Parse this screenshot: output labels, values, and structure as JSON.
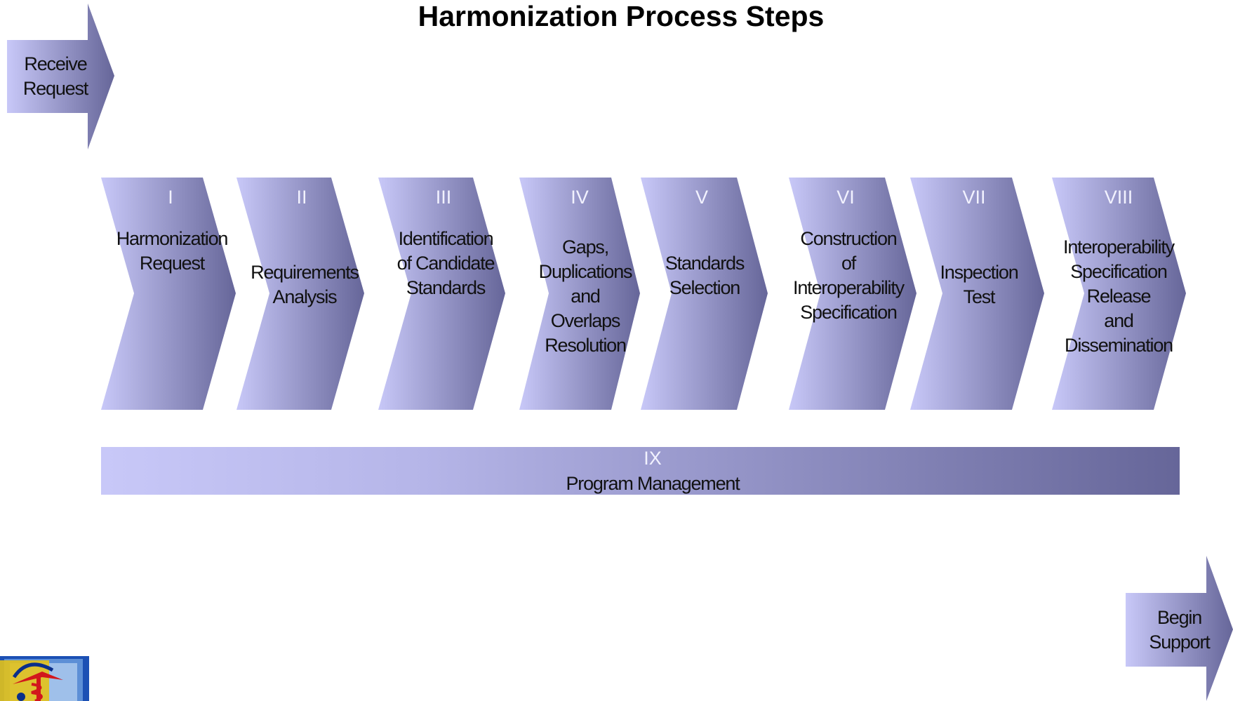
{
  "title": "Harmonization Process Steps",
  "start_arrow": {
    "label": "Receive\nRequest"
  },
  "end_arrow": {
    "label": "Begin\nSupport"
  },
  "steps": [
    {
      "numeral": "I",
      "label": "Harmonization\nRequest"
    },
    {
      "numeral": "II",
      "label": "Requirements\nAnalysis"
    },
    {
      "numeral": "III",
      "label": "Identification\nof Candidate\nStandards"
    },
    {
      "numeral": "IV",
      "label": "Gaps,\nDuplications\nand\nOverlaps\nResolution"
    },
    {
      "numeral": "V",
      "label": "Standards\nSelection"
    },
    {
      "numeral": "VI",
      "label": "Construction\nof\nInteroperability\nSpecification"
    },
    {
      "numeral": "VII",
      "label": "Inspection\nTest"
    },
    {
      "numeral": "VIII",
      "label": "Interoperability\nSpecification\nRelease\nand\nDissemination"
    }
  ],
  "program_bar": {
    "numeral": "IX",
    "label": "Program Management"
  },
  "colors": {
    "gradient_light": "#c8c8f8",
    "gradient_dark": "#666699",
    "numeral": "#f2f2ff"
  },
  "logo": {
    "icon": "medical-caduceus-icon"
  }
}
